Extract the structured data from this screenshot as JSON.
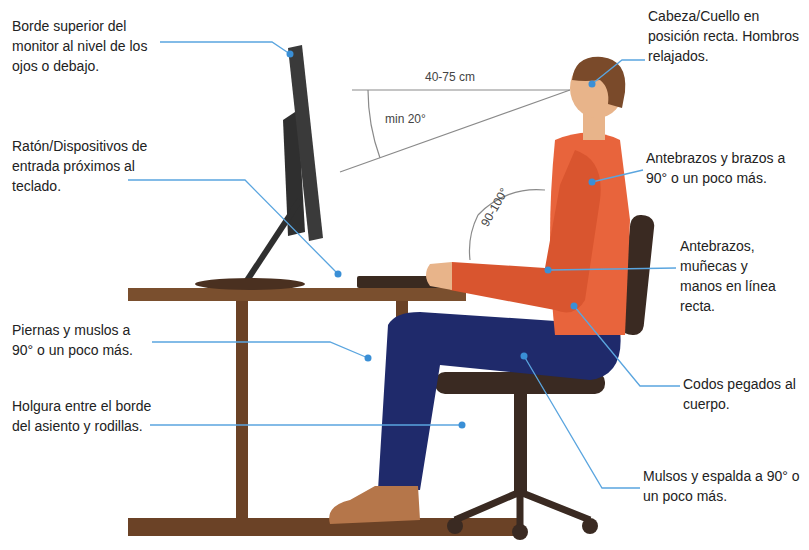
{
  "diagram": {
    "labels": [
      "Borde superior del monitor al nivel de los ojos o debajo.",
      "Ratón/Dispositivos de entrada próximos al teclado.",
      "Piernas y muslos a 90° o un poco más.",
      "Holgura entre el borde del asiento y rodillas.",
      "Cabeza/Cuello en posición recta. Hombros relajados.",
      "Antebrazos y brazos a 90° o un poco más.",
      "Antebrazos, muñecas y manos en línea recta.",
      "Codos pegados al cuerpo.",
      "Mulsos y espalda a 90° o un poco más.",
      "40-75 cm",
      "min 20°",
      "90-100°"
    ]
  }
}
